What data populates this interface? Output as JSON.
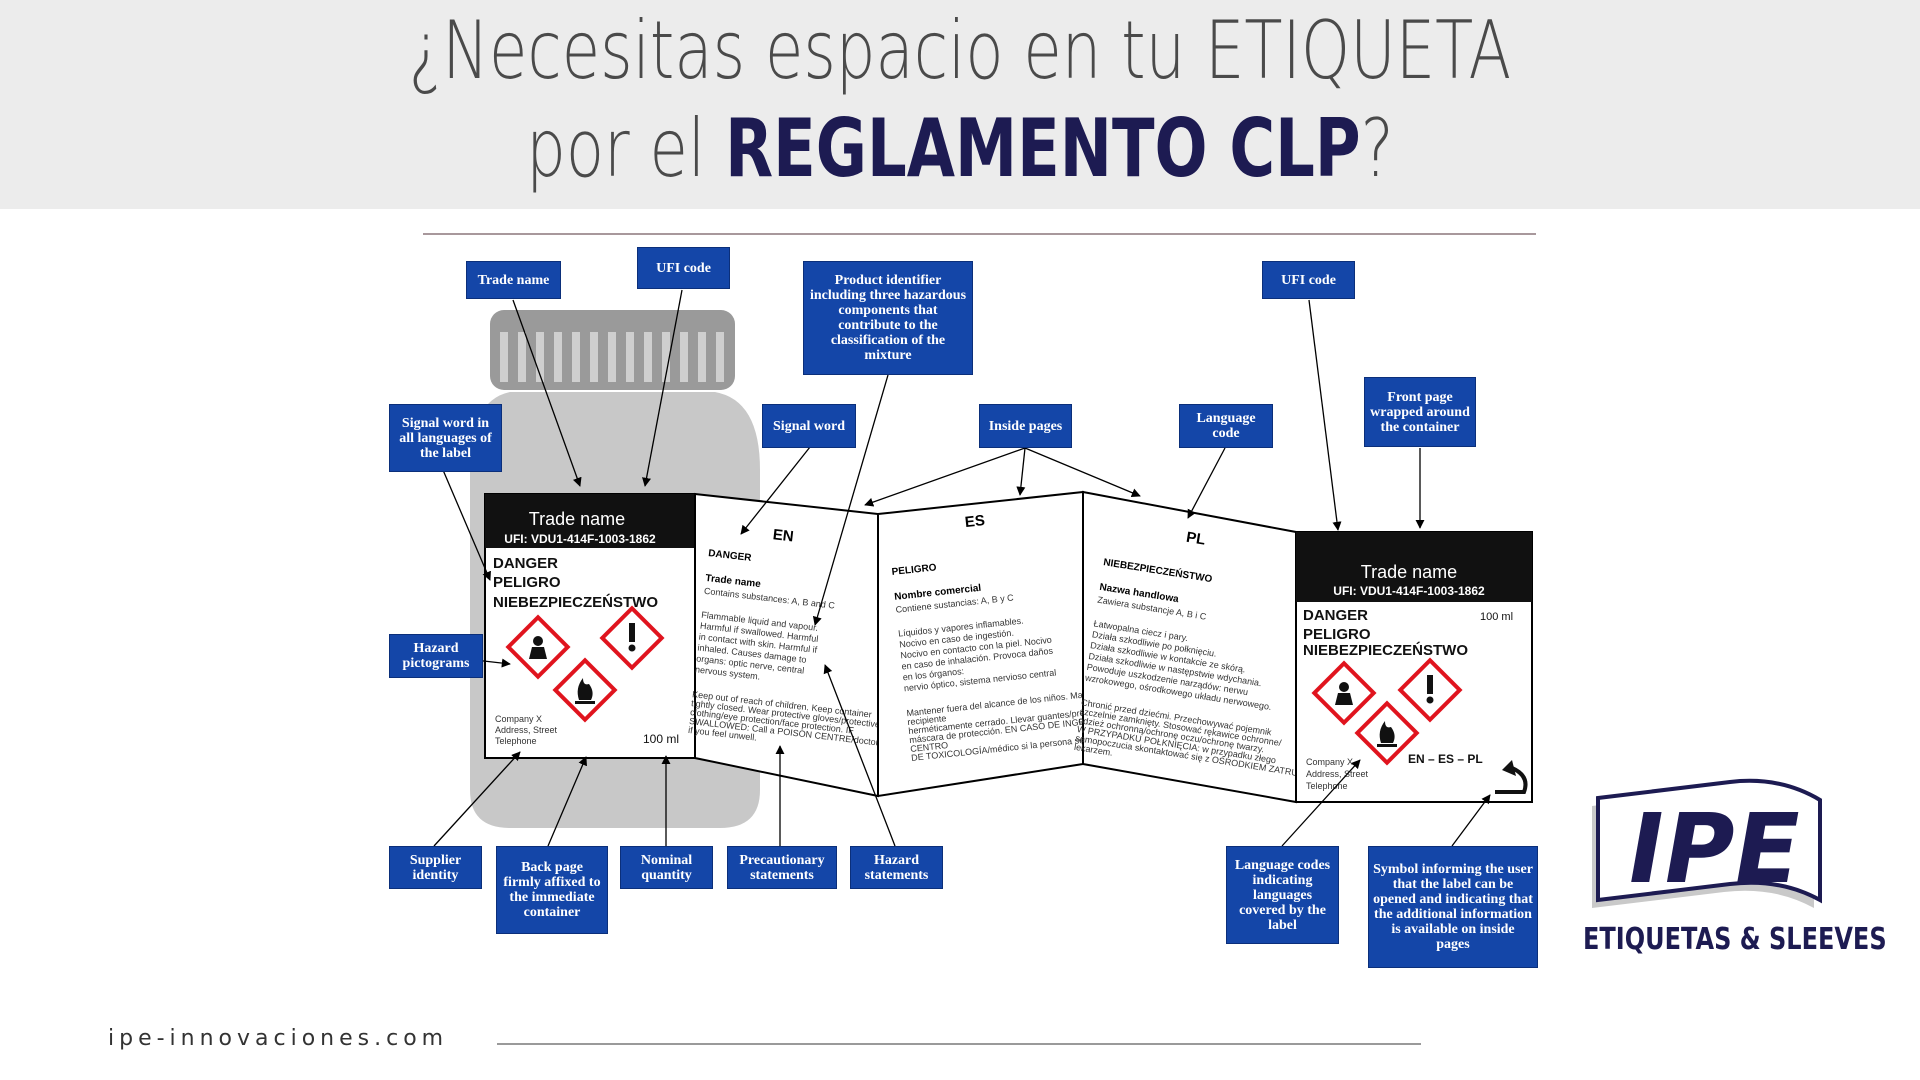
{
  "title": {
    "line1": "¿Necesitas espacio en tu ETIQUETA",
    "line2_prefix": "por el ",
    "line2_bold": "REGLAMENTO CLP",
    "line2_suffix": "?"
  },
  "callouts": {
    "trade_name": "Trade name",
    "ufi_code_left": "UFI code",
    "product_identifier": "Product identifier including three hazardous components that contribute to the classification of the mixture",
    "ufi_code_right": "UFI code",
    "signal_word_all": "Signal word in all languages of the label",
    "signal_word": "Signal word",
    "inside_pages": "Inside pages",
    "language_code": "Language code",
    "front_page": "Front page wrapped around the container",
    "hazard_pictograms": "Hazard pictograms",
    "supplier_identity": "Supplier identity",
    "back_page": "Back page firmly affixed to the immediate container",
    "nominal_quantity": "Nominal quantity",
    "precautionary": "Precautionary statements",
    "hazard_statements": "Hazard statements",
    "language_codes": "Language codes indicating languages covered by the label",
    "symbol_informing": "Symbol informing the user that the label can be opened and indicating that the additional information is available on inside pages"
  },
  "back_label": {
    "trade_name": "Trade name",
    "ufi": "UFI: VDU1-414F-1003-1862",
    "danger": "DANGER",
    "peligro": "PELIGRO",
    "niebez": "NIEBEZPIECZEŃSTWO",
    "company": "Company X",
    "address": "Address, Street",
    "telephone": "Telephone",
    "quantity": "100 ml"
  },
  "page_en": {
    "code": "EN",
    "signal": "DANGER",
    "name": "Trade name",
    "contains": "Contains substances: A, B and C",
    "h1": "Flammable liquid and vapour.",
    "h2": "Harmful if swallowed. Harmful",
    "h3": "in contact with skin. Harmful if",
    "h4": "inhaled. Causes damage to",
    "h5": "organs: optic nerve, central",
    "h6": "nervous system.",
    "p1": "Keep out of reach of children. Keep container",
    "p2": "tightly closed. Wear protective gloves/protective",
    "p3": "clothing/eye protection/face protection. IF",
    "p4": "SWALLOWED: Call a POISON CENTRE/doctor",
    "p5": "if you feel unwell."
  },
  "page_es": {
    "code": "ES",
    "signal": "PELIGRO",
    "name": "Nombre comercial",
    "contains": "Contiene sustancias: A, B y C",
    "h1": "Líquidos y vapores inflamables.",
    "h2": "Nocivo en caso de ingestión.",
    "h3": "Nocivo en contacto con la piel. Nocivo",
    "h4": "en caso de inhalación. Provoca daños",
    "h5": "en los órganos:",
    "h6": "nervio óptico, sistema nervioso central",
    "p1": "Mantener fuera del alcance de los niños. Mantener el",
    "p2": "recipiente",
    "p3": "herméticamente cerrado. Llevar guantes/prendas/gafas/",
    "p4": "máscara de protección. EN CASO DE INGESTIÓN: Llamar a un",
    "p5": "CENTRO",
    "p6": "DE TOXICOLOGÍA/médico si la persona se encuentra mal."
  },
  "page_pl": {
    "code": "PL",
    "signal": "NIEBEZPIECZEŃSTWO",
    "name": "Nazwa handlowa",
    "contains": "Zawiera substancje A, B i C",
    "h1": "Łatwopalna ciecz i pary.",
    "h2": "Działa szkodliwie po połknięciu.",
    "h3": "Działa szkodliwie w kontakcie ze skórą.",
    "h4": "Działa szkodliwie w następstwie wdychania.",
    "h5": "Powoduje uszkodzenie narządów: nerwu",
    "h6": "wzrokowego, ośrodkowego układu nerwowego.",
    "p1": "Chronić przed dziećmi. Przechowywać pojemnik",
    "p2": "szczelnie zamknięty. Stosować rękawice ochronne/",
    "p3": "odzież ochronną/ochronę oczu/ochronę twarzy.",
    "p4": "W PRZYPADKU POŁKNIĘCIA: w przypadku złego",
    "p5": "samopoczucia skontaktować się z OŚRODKIEM ZATRUĆ/",
    "p6": "lekarzem."
  },
  "front_label": {
    "trade_name": "Trade name",
    "ufi": "UFI: VDU1-414F-1003-1862",
    "danger": "DANGER",
    "quantity": "100 ml",
    "peligro": "PELIGRO",
    "niebez": "NIEBEZPIECZEŃSTWO",
    "lang_codes": "EN – ES – PL",
    "company": "Company X",
    "address": "Address, Street",
    "telephone": "Telephone"
  },
  "footer": {
    "url": "ipe-innovaciones.com"
  },
  "logo": {
    "mark": "IPE",
    "tagline": "ETIQUETAS & SLEEVES"
  },
  "colors": {
    "callout_blue": "#1446a8",
    "title_navy": "#1d1b52",
    "hazard_red": "#e0141e"
  }
}
